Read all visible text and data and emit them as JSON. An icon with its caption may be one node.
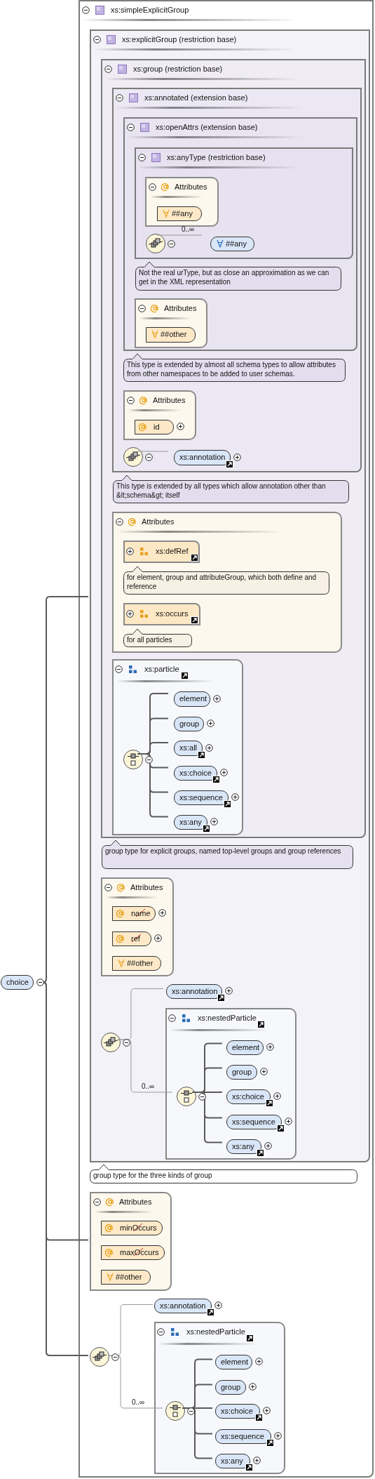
{
  "diagram": {
    "nodes": [
      {
        "text": [
          "xs:simpleExplicitGroup"
        ]
      },
      {
        "text": [
          "xs:explicitGroup (restriction base)"
        ],
        "in": 0
      },
      {
        "text": [
          "xs:group (restriction base)"
        ],
        "in": 1
      },
      {
        "text": [
          "xs:annotated (extension base)"
        ],
        "in": 2
      },
      {
        "text": [
          "xs:openAttrs (extension base)"
        ],
        "in": 3
      },
      {
        "text": [
          "xs:anyType (restriction base)"
        ],
        "in": 4
      },
      {
        "text": [
          "Attributes"
        ],
        "in": 5
      },
      {
        "text": [
          "##any"
        ],
        "in": 6
      },
      {
        "text": [],
        "shape": "circle",
        "in": 5
      },
      {
        "text": [
          "##any"
        ],
        "in": 5
      },
      {
        "text": [
          "Not the real urType, but as close an approximation as we can get in the XML representation"
        ],
        "in": 4
      },
      {
        "text": [
          "Attributes"
        ],
        "in": 4
      },
      {
        "text": [
          "##other"
        ],
        "in": 11
      },
      {
        "text": [
          "This type is extended by almost all schema types to allow attributes from other namespaces to be added to user schemas."
        ],
        "in": 3
      },
      {
        "text": [
          "Attributes"
        ],
        "in": 3
      },
      {
        "text": [
          "id"
        ],
        "in": 14
      },
      {
        "text": [],
        "shape": "circle",
        "in": 3
      },
      {
        "text": [
          "xs:annotation"
        ],
        "in": 3
      },
      {
        "text": [
          "This type is extended by all types which allow annotation other than &lt;schema&gt; itself"
        ],
        "in": 2
      },
      {
        "text": [
          "Attributes"
        ],
        "in": 2
      },
      {
        "text": [
          "xs:defRef"
        ],
        "in": 19
      },
      {
        "text": [
          "for element, group and attributeGroup, which both define and reference"
        ],
        "in": 19
      },
      {
        "text": [
          "xs:occurs"
        ],
        "in": 19
      },
      {
        "text": [
          "for all particles"
        ],
        "in": 19
      },
      {
        "text": [
          "xs:particle"
        ],
        "in": 2
      },
      {
        "text": [],
        "shape": "circle",
        "in": 24
      },
      {
        "text": [
          "element"
        ],
        "in": 24
      },
      {
        "text": [
          "group"
        ],
        "in": 24
      },
      {
        "text": [
          "xs:all"
        ],
        "in": 24
      },
      {
        "text": [
          "xs:choice"
        ],
        "in": 24
      },
      {
        "text": [
          "xs:sequence"
        ],
        "in": 24
      },
      {
        "text": [
          "xs:any"
        ],
        "in": 24
      },
      {
        "text": [
          "group type for explicit groups, named top-level groups and group references"
        ],
        "in": 1
      },
      {
        "text": [
          "Attributes"
        ],
        "in": 1
      },
      {
        "text": [
          "name"
        ],
        "in": 33
      },
      {
        "text": [
          "ref"
        ],
        "in": 33
      },
      {
        "text": [
          "##other"
        ],
        "in": 33
      },
      {
        "text": [
          "choice"
        ]
      },
      {
        "text": [],
        "shape": "circle",
        "in": 1
      },
      {
        "text": [
          "xs:annotation"
        ],
        "in": 1
      },
      {
        "text": [
          "xs:nestedParticle"
        ],
        "in": 1
      },
      {
        "text": [],
        "shape": "circle",
        "in": 40
      },
      {
        "text": [
          "element"
        ],
        "in": 40
      },
      {
        "text": [
          "group"
        ],
        "in": 40
      },
      {
        "text": [
          "xs:choice"
        ],
        "in": 40
      },
      {
        "text": [
          "xs:sequence"
        ],
        "in": 40
      },
      {
        "text": [
          "xs:any"
        ],
        "in": 40
      },
      {
        "text": [
          "group type for the three kinds of group"
        ],
        "in": 0
      },
      {
        "text": [
          "Attributes"
        ],
        "in": 0
      },
      {
        "text": [
          "minOccurs"
        ],
        "in": 48
      },
      {
        "text": [
          "maxOccurs"
        ],
        "in": 48
      },
      {
        "text": [
          "##other"
        ],
        "in": 48
      },
      {
        "text": [],
        "shape": "circle",
        "in": 0
      },
      {
        "text": [
          "xs:annotation"
        ],
        "in": 0
      },
      {
        "text": [
          "xs:nestedParticle"
        ],
        "in": 0
      },
      {
        "text": [],
        "shape": "circle",
        "in": 54
      },
      {
        "text": [
          "element"
        ],
        "in": 54
      },
      {
        "text": [
          "group"
        ],
        "in": 54
      },
      {
        "text": [
          "xs:choice"
        ],
        "in": 54
      },
      {
        "text": [
          "xs:sequence"
        ],
        "in": 54
      },
      {
        "text": [
          "xs:any"
        ],
        "in": 54
      }
    ],
    "edges": [
      {
        "from": 8,
        "to": 9,
        "arrow": "none",
        "label": "0..∞",
        "color": "#999999"
      },
      {
        "from": 16,
        "to": 17,
        "arrow": "none",
        "color": "#999999"
      },
      {
        "from": 25,
        "to": 26,
        "arrow": "none"
      },
      {
        "from": 25,
        "to": 27,
        "arrow": "none"
      },
      {
        "from": 25,
        "to": 28,
        "arrow": "none"
      },
      {
        "from": 25,
        "to": 29,
        "arrow": "none"
      },
      {
        "from": 25,
        "to": 30,
        "arrow": "none"
      },
      {
        "from": 25,
        "to": 31,
        "arrow": "none"
      },
      {
        "from": 37,
        "to": 1,
        "arrow": "none"
      },
      {
        "from": 37,
        "to": 48,
        "arrow": "none"
      },
      {
        "from": 37,
        "to": 52,
        "arrow": "none"
      },
      {
        "from": 38,
        "to": 39,
        "arrow": "none",
        "color": "#999999"
      },
      {
        "from": 38,
        "to": 41,
        "arrow": "none",
        "label": "0..∞",
        "color": "#999999"
      },
      {
        "from": 41,
        "to": 42,
        "arrow": "none"
      },
      {
        "from": 41,
        "to": 43,
        "arrow": "none"
      },
      {
        "from": 41,
        "to": 44,
        "arrow": "none"
      },
      {
        "from": 41,
        "to": 45,
        "arrow": "none"
      },
      {
        "from": 41,
        "to": 46,
        "arrow": "none"
      },
      {
        "from": 52,
        "to": 53,
        "arrow": "none",
        "color": "#999999"
      },
      {
        "from": 52,
        "to": 55,
        "arrow": "none",
        "label": "0..∞",
        "color": "#999999"
      },
      {
        "from": 55,
        "to": 56,
        "arrow": "none"
      },
      {
        "from": 55,
        "to": 57,
        "arrow": "none"
      },
      {
        "from": 55,
        "to": 58,
        "arrow": "none"
      },
      {
        "from": 55,
        "to": 59,
        "arrow": "none"
      },
      {
        "from": 55,
        "to": 60,
        "arrow": "none"
      }
    ]
  }
}
